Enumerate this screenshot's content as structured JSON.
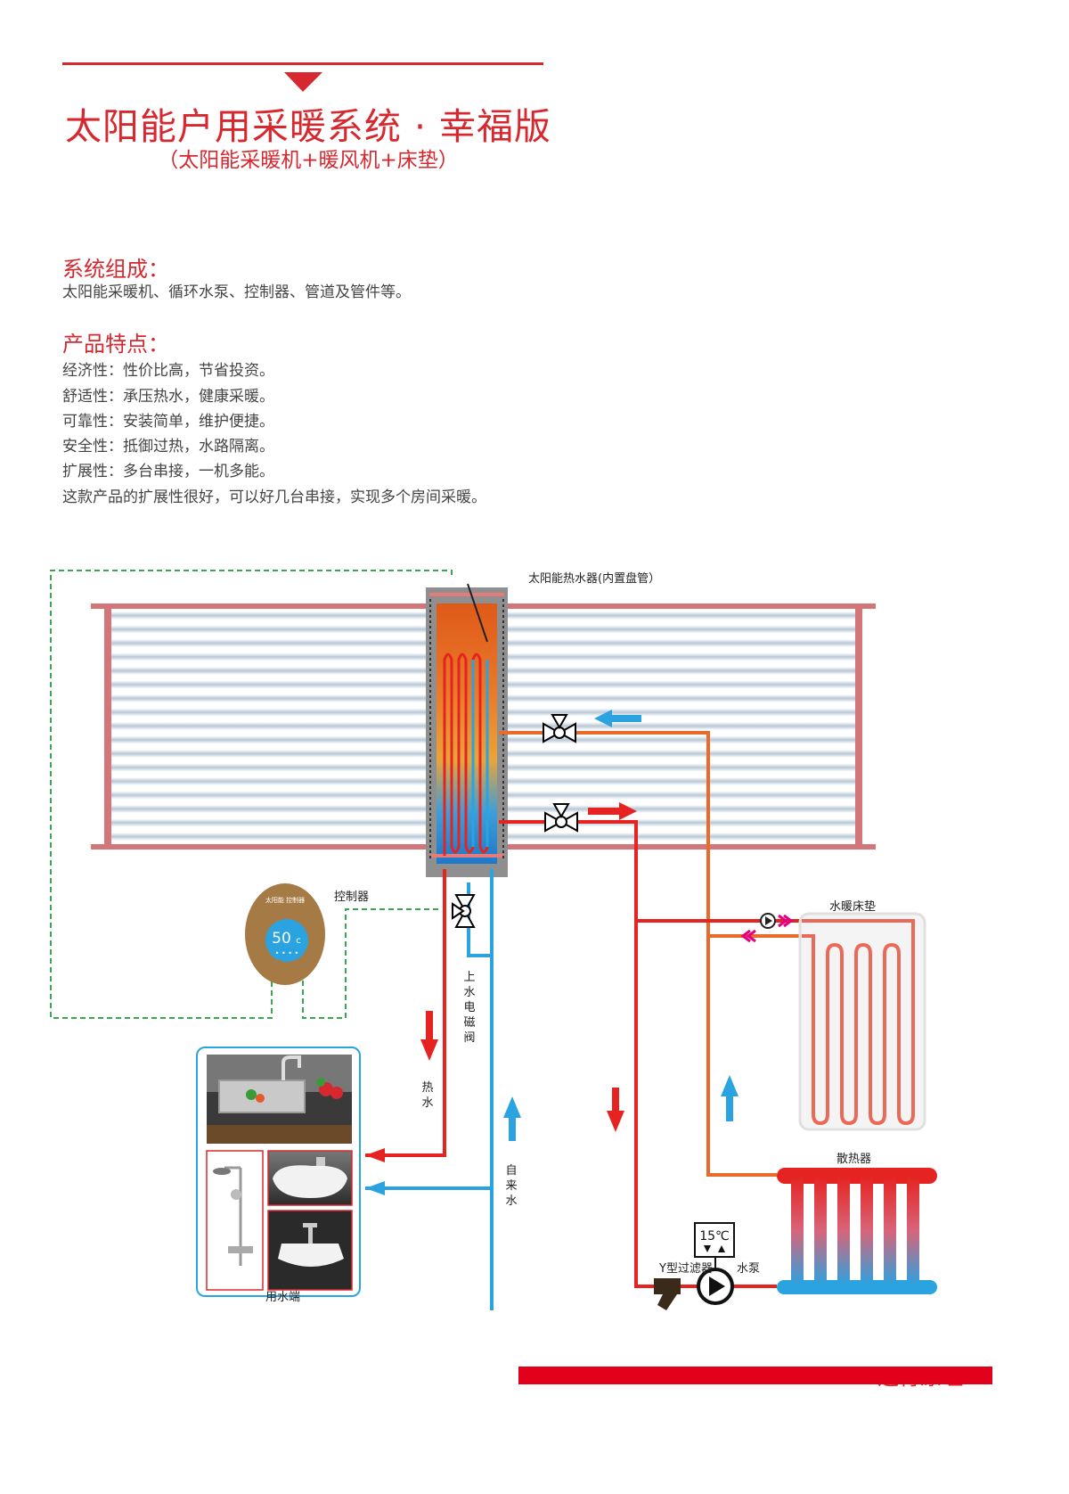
{
  "title": "太阳能户用采暖系统 · 幸福版",
  "subtitle": "（太阳能采暖机+暖风机+床垫）",
  "composition": {
    "heading": "系统组成：",
    "text": "太阳能采暖机、循环水泵、控制器、管道及管件等。"
  },
  "features": {
    "heading": "产品特点：",
    "items": [
      "经济性：性价比高，节省投资。",
      "舒适性：承压热水，健康采暖。",
      "可靠性：安装简单，维护便捷。",
      "安全性：抵御过热，水路隔离。",
      "扩展性：多台串接，一机多能。",
      "这款产品的扩展性很好，可以好几台串接，实现多个房间采暖。"
    ]
  },
  "diagram": {
    "heater_label": "太阳能热水器(内置盘管）",
    "controller_label": "控制器",
    "controller_brand": "太阳能 控制器",
    "controller_temp": "50",
    "controller_unit": "c",
    "controller_dots": "• • • •",
    "valve_label": "上水电磁阀",
    "hot_water_label": "热水",
    "cold_water_label": "自来水",
    "mattress_label": "水暖床垫",
    "radiator_label": "散热器",
    "filter_label": "Y型过滤器",
    "pump_label": "水泵",
    "thermostat_value": "15℃",
    "usage_label": "用水端"
  },
  "footer": {
    "label": "运行原理"
  },
  "colors": {
    "brand_red": "#d7282f",
    "hot_pipe": "#e52421",
    "return_pipe": "#ea6a2c",
    "cold_pipe": "#2aa3e0",
    "signal_line": "#3aa651",
    "heater_frame": "#8f8f8f",
    "controller_body": "#a57a45"
  }
}
